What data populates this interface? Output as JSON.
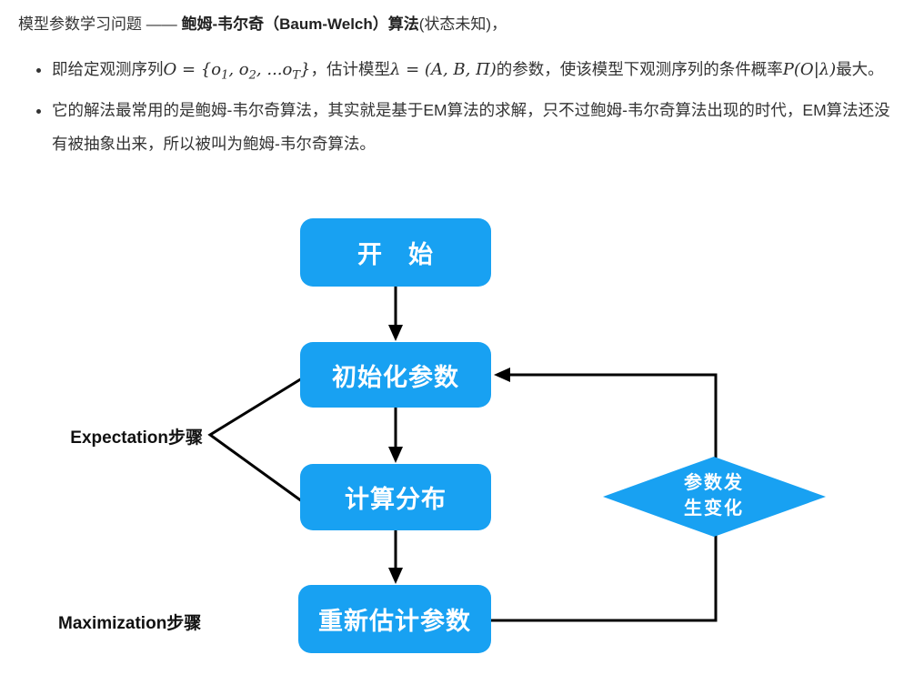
{
  "page": {
    "accent_blue": "#18a1f2",
    "line_color": "#000000",
    "text_color": "#333333"
  },
  "intro": {
    "title": {
      "prefix": "模型参数学习问题 —— ",
      "bold": "鲍姆-韦尔奇（Baum-Welch）算法",
      "suffix": "(状态未知)，"
    },
    "bullet1": {
      "t0": "即给定观测序列",
      "m0": "O = {o",
      "s0": "1",
      "m1": ", o",
      "s1": "2",
      "m2": ", ...o",
      "s2": "T",
      "m3": "}",
      "t1": "，估计模型",
      "m4": "λ = (A, B, Π)",
      "t2": "的参数，使该模型下观测序列的条件概率",
      "m5": "P(O|λ)",
      "t3": "最大。"
    },
    "bullet2": "它的解法最常用的是鲍姆-韦尔奇算法，其实就是基于EM算法的求解，只不过鲍姆-韦尔奇算法出现的时代，EM算法还没有被抽象出来，所以被叫为鲍姆-韦尔奇算法。"
  },
  "flowchart": {
    "nodes": {
      "start": "开　始",
      "init": "初始化参数",
      "calc": "计算分布",
      "reestimate": "重新估计参数",
      "decision_line1": "参数发",
      "decision_line2": "生变化"
    },
    "labels": {
      "expectation": "Expectation步骤",
      "maximization": "Maximization步骤"
    }
  }
}
